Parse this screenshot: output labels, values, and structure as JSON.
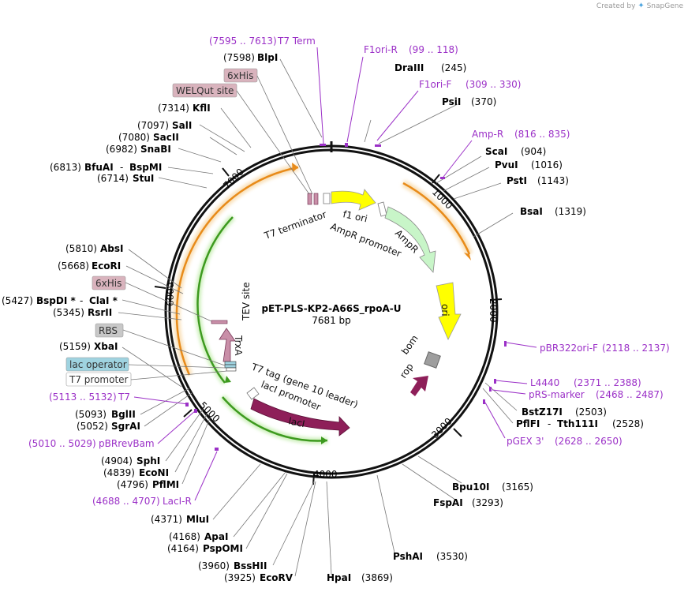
{
  "brand": {
    "created_by": "Created by",
    "name": "SnapGene"
  },
  "plasmid": {
    "name": "pET-PLS-KP2-A66S_rpoA-U",
    "size_label": "7681 bp",
    "length": 7681
  },
  "ticks": [
    "1000",
    "2000",
    "3000",
    "4000",
    "5000",
    "6000",
    "7000"
  ],
  "sites_right": [
    {
      "name": "DraIII",
      "pos": "(245)"
    },
    {
      "name": "PsiI",
      "pos": "(370)"
    },
    {
      "name": "ScaI",
      "pos": "(904)"
    },
    {
      "name": "PvuI",
      "pos": "(1016)"
    },
    {
      "name": "PstI",
      "pos": "(1143)"
    },
    {
      "name": "BsaI",
      "pos": "(1319)"
    },
    {
      "name": "BstZ17I",
      "pos": "(2503)"
    },
    {
      "name": "PflFI",
      "sep": "-",
      "name2": "Tth111I",
      "pos": "(2528)"
    },
    {
      "name": "Bpu10I",
      "pos": "(3165)"
    },
    {
      "name": "FspAI",
      "pos": "(3293)"
    },
    {
      "name": "PshAI",
      "pos": "(3530)"
    },
    {
      "name": "HpaI",
      "pos": "(3869)"
    }
  ],
  "sites_left": [
    {
      "pos": "(7598)",
      "name": "BlpI"
    },
    {
      "pos": "(7314)",
      "name": "KflI"
    },
    {
      "pos": "(7097)",
      "name": "SalI"
    },
    {
      "pos": "(7080)",
      "name": "SacII"
    },
    {
      "pos": "(6982)",
      "name": "SnaBI"
    },
    {
      "pos": "(6813)",
      "name": "BfuAI",
      "sep": "-",
      "name2": "BspMI"
    },
    {
      "pos": "(6714)",
      "name": "StuI"
    },
    {
      "pos": "(5810)",
      "name": "AbsI"
    },
    {
      "pos": "(5668)",
      "name": "EcoRI"
    },
    {
      "pos": "(5427)",
      "name": "BspDI *",
      "sep": "-",
      "name2": "ClaI *"
    },
    {
      "pos": "(5345)",
      "name": "RsrII"
    },
    {
      "pos": "(5159)",
      "name": "XbaI"
    },
    {
      "pos": "(5093)",
      "name": "BglII"
    },
    {
      "pos": "(5052)",
      "name": "SgrAI"
    },
    {
      "pos": "(4904)",
      "name": "SphI"
    },
    {
      "pos": "(4839)",
      "name": "EcoNI"
    },
    {
      "pos": "(4796)",
      "name": "PflMI"
    },
    {
      "pos": "(4371)",
      "name": "MluI"
    },
    {
      "pos": "(4168)",
      "name": "ApaI"
    },
    {
      "pos": "(4164)",
      "name": "PspOMI"
    },
    {
      "pos": "(3960)",
      "name": "BssHII"
    },
    {
      "pos": "(3925)",
      "name": "EcoRV"
    }
  ],
  "primers": [
    {
      "name": "T7 Term",
      "range": "(7595 .. 7613)"
    },
    {
      "name": "F1ori-R",
      "range": "(99 .. 118)"
    },
    {
      "name": "F1ori-F",
      "range": "(309 .. 330)"
    },
    {
      "name": "Amp-R",
      "range": "(816 .. 835)"
    },
    {
      "name": "pBR322ori-F",
      "range": "(2118 .. 2137)"
    },
    {
      "name": "L4440",
      "range": "(2371 .. 2388)"
    },
    {
      "name": "pRS-marker",
      "range": "(2468 .. 2487)"
    },
    {
      "name": "pGEX 3'",
      "range": "(2628 .. 2650)"
    },
    {
      "name": "T7",
      "range": "(5113 .. 5132)"
    },
    {
      "name": "pBRrevBam",
      "range": "(5010 .. 5029)"
    },
    {
      "name": "LacI-R",
      "range": "(4688 .. 4707)"
    }
  ],
  "boxed_features": [
    {
      "label": "6xHis",
      "color": "#d9b3bd"
    },
    {
      "label": "WELQut site",
      "color": "#d9b3bd"
    },
    {
      "label": "6xHis",
      "color": "#d9b3bd"
    },
    {
      "label": "RBS",
      "color": "#c8c8c8"
    },
    {
      "label": "lac operator",
      "color": "#9fd3e0"
    },
    {
      "label": "T7 promoter",
      "color": "#ffffff"
    }
  ],
  "features": {
    "t7_terminator": "T7 terminator",
    "f1_ori": "f1 ori",
    "ampr_promoter": "AmpR promoter",
    "ampr": "AmpR",
    "ori": "ori",
    "bom": "bom",
    "rop": "rop",
    "laci": "lacI",
    "laci_promoter": "lacI promoter",
    "t7_tag": "T7 tag (gene 10 leader)",
    "trxa": "TrxA",
    "tev_site": "TEV site"
  },
  "colors": {
    "primer": "#9b30c7",
    "orange_arc": "#f2a33a",
    "green_arc": "#6cbf3a",
    "ampr": "#b9f0b9",
    "ori": "#ffff00",
    "laci": "#8e1f59",
    "trxa": "#c98fa8"
  }
}
